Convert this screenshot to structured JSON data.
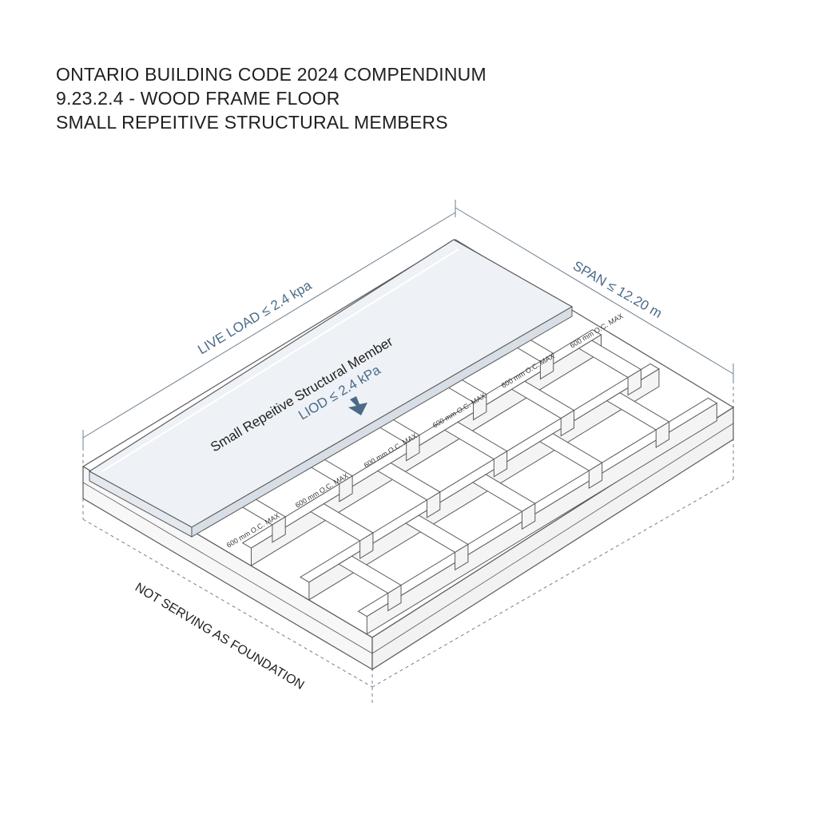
{
  "title": {
    "line1": "ONTARIO BUILDING CODE 2024 COMPENDINUM",
    "line2": "9.23.2.4 - WOOD FRAME FLOOR",
    "line3": "SMALL REPEITIVE STRUCTURAL MEMBERS"
  },
  "labels": {
    "live_load": "LIVE LOAD ≤ 2.4 kpa",
    "span": "SPAN ≤ 12.20 m",
    "member": "Small Repeitive Structural Member",
    "load_note": "LIOD ≤ 2.4 kPa",
    "foundation": "NOT SERVING AS FOUNDATION"
  },
  "spacing_labels": [
    "600 mm O.C. MAX",
    "600 mm O.C. MAX",
    "600 mm O.C. MAX",
    "600 mm O.C. MAX",
    "600 mm O.C. MAX",
    "600 mm O.C. MAX"
  ],
  "colors": {
    "line": "#5a5a5a",
    "dimension": "#6f7f90",
    "accent_text": "#4a6a88",
    "panel": "#eef2f6",
    "arrow": "#4a6a88"
  }
}
